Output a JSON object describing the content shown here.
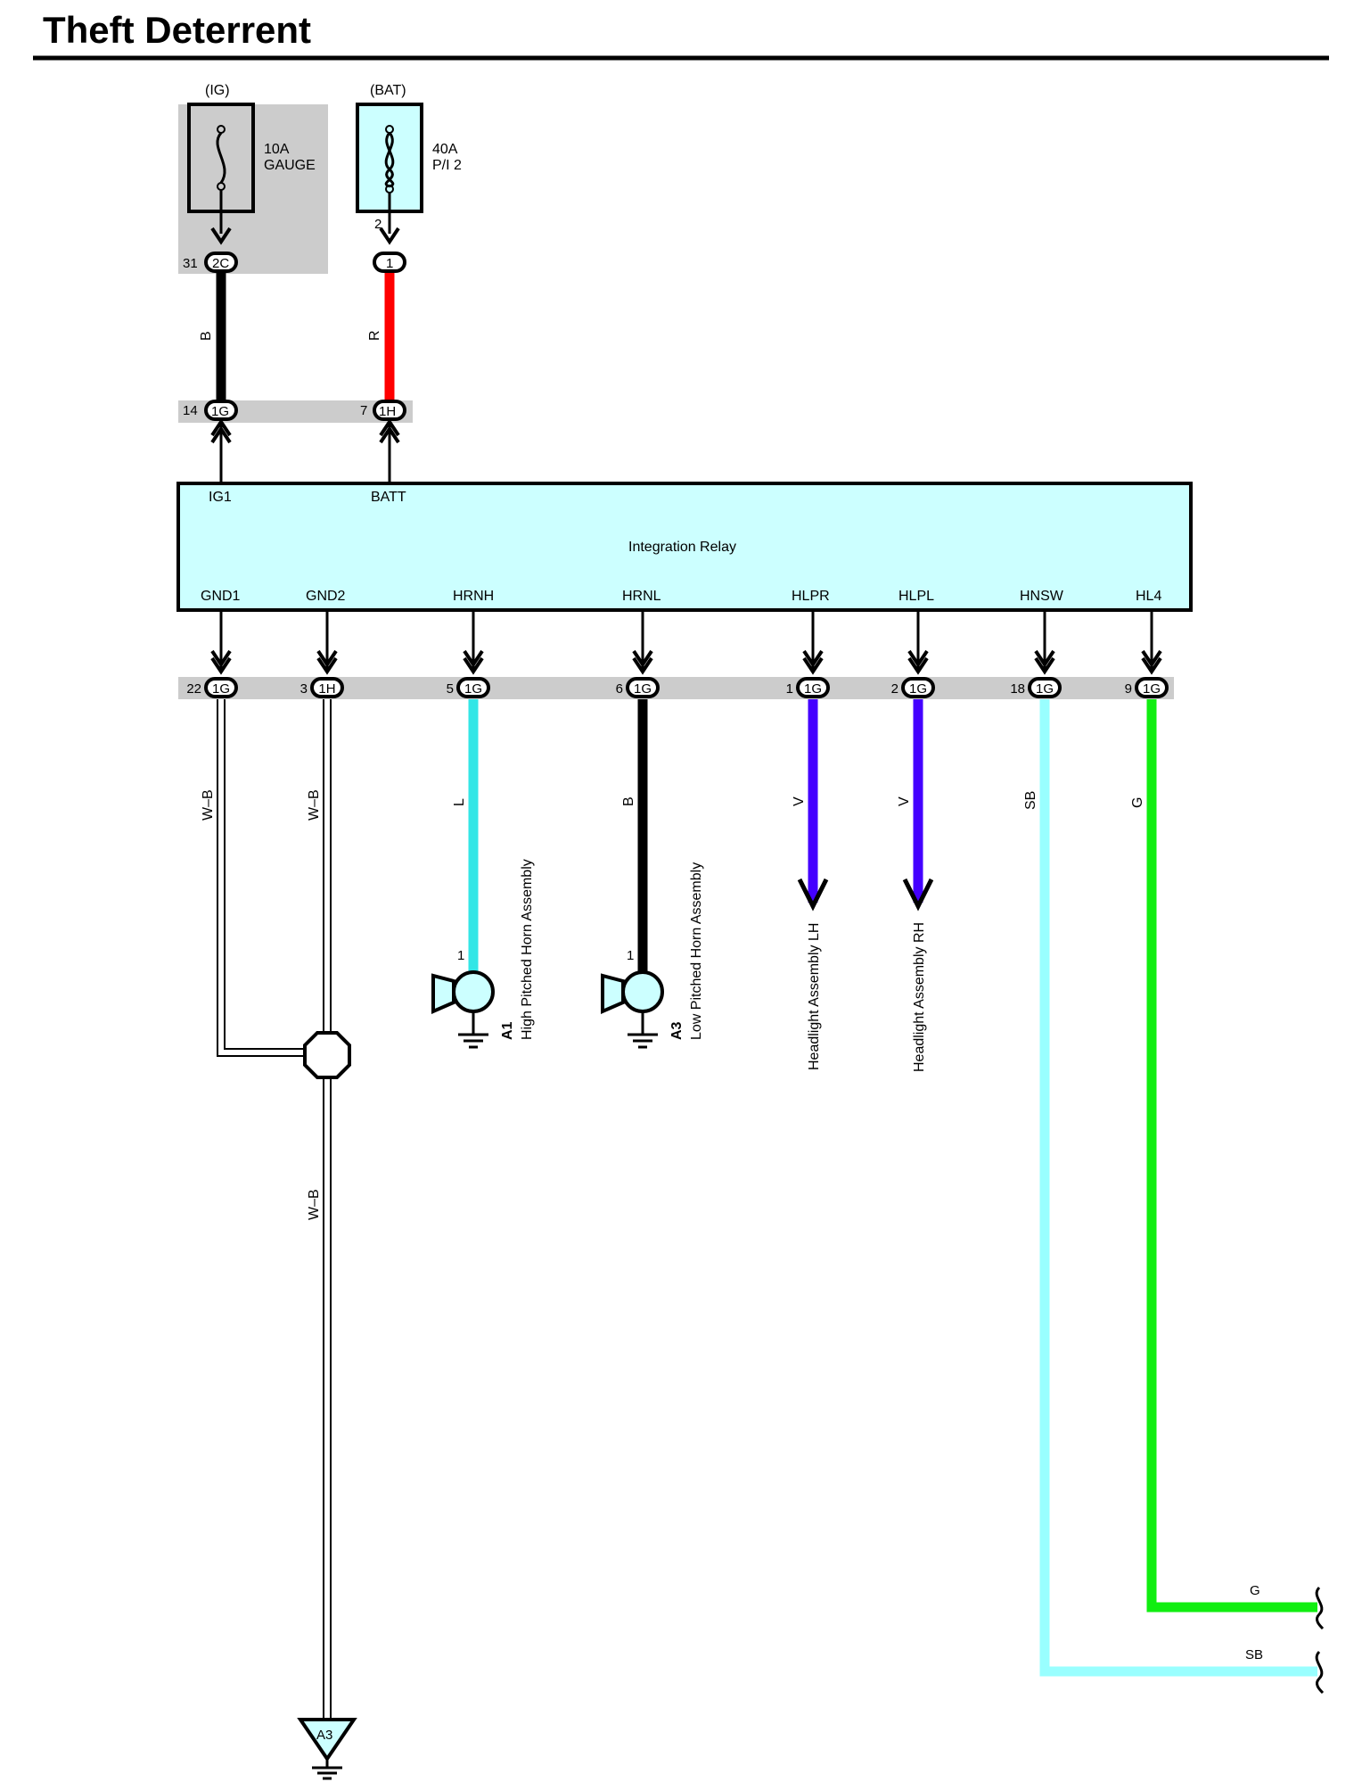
{
  "title": "Theft Deterrent",
  "colors": {
    "box_fill": "#ccffff",
    "shade": "#cccccc",
    "wire_B": "#000000",
    "wire_R": "#ff0000",
    "wire_L": "#33e6e6",
    "wire_V": "#4400ff",
    "wire_SB": "#99ffff",
    "wire_G": "#11ee11"
  },
  "fuses": {
    "ig": {
      "source": "(IG)",
      "rating": "10A",
      "name": "GAUGE",
      "pin": "31",
      "connector": "2C"
    },
    "bat": {
      "source": "(BAT)",
      "rating": "40A",
      "name": "P/I 2",
      "pin": "2",
      "connector": "1"
    }
  },
  "upper_wires": {
    "ig": {
      "color": "B"
    },
    "bat": {
      "color": "R"
    }
  },
  "upper_connectors": [
    {
      "pin": "14",
      "connector": "1G"
    },
    {
      "pin": "7",
      "connector": "1H"
    }
  ],
  "relay": {
    "name": "Integration Relay",
    "top_terminals": [
      "IG1",
      "BATT"
    ],
    "bottom_terminals": [
      "GND1",
      "GND2",
      "HRNH",
      "HRNL",
      "HLPR",
      "HLPL",
      "HNSW",
      "HL4"
    ]
  },
  "lower_connectors": [
    {
      "pin": "22",
      "connector": "1G"
    },
    {
      "pin": "3",
      "connector": "1H"
    },
    {
      "pin": "5",
      "connector": "1G"
    },
    {
      "pin": "6",
      "connector": "1G"
    },
    {
      "pin": "1",
      "connector": "1G"
    },
    {
      "pin": "2",
      "connector": "1G"
    },
    {
      "pin": "18",
      "connector": "1G"
    },
    {
      "pin": "9",
      "connector": "1G"
    }
  ],
  "wires": {
    "gnd1": "W–B",
    "gnd2": "W–B",
    "ground_trunk": "W–B",
    "hrnh": "L",
    "hrnl": "B",
    "hlpr": "V",
    "hlpl": "V",
    "hnsw": "SB",
    "hl4": "G"
  },
  "components": {
    "horn_high": {
      "code": "A1",
      "name": "High Pitched Horn Assembly",
      "pin": "1"
    },
    "horn_low": {
      "code": "A3",
      "name": "Low Pitched Horn Assembly",
      "pin": "1"
    },
    "headlight_lh": {
      "name": "Headlight Assembly LH"
    },
    "headlight_rh": {
      "name": "Headlight Assembly RH"
    },
    "ground_point": {
      "code": "A3"
    }
  },
  "continuations": {
    "g": "G",
    "sb": "SB"
  }
}
